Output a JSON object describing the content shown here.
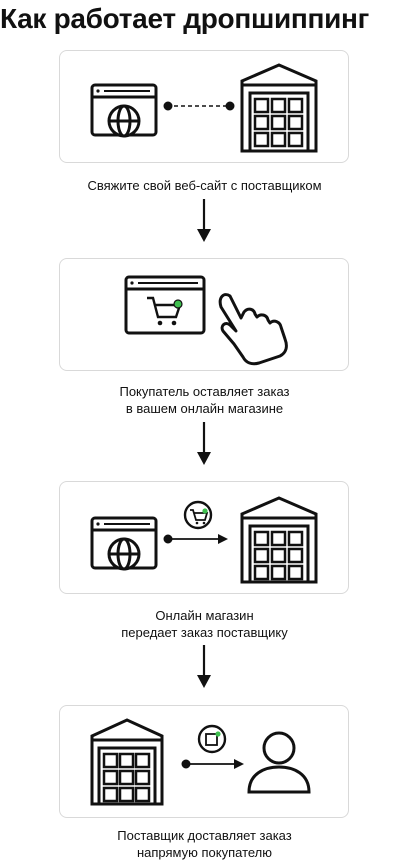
{
  "title": "Как работает дропшиппинг",
  "steps": [
    {
      "caption_lines": [
        "Свяжите свой веб-сайт с поставщиком"
      ]
    },
    {
      "caption_lines": [
        "Покупатель оставляет заказ",
        "в вашем онлайн магазине"
      ]
    },
    {
      "caption_lines": [
        "Онлайн магазин",
        "передает заказ поставщику"
      ]
    },
    {
      "caption_lines": [
        "Поставщик доставляет заказ",
        "напрямую покупателю"
      ]
    }
  ],
  "colors": {
    "stroke": "#111111",
    "accent": "#3fbf4f",
    "border": "#d9d9d9"
  },
  "icons": [
    "website-globe-icon",
    "warehouse-icon",
    "website-cart-icon",
    "hand-pointer-icon",
    "cart-badge-icon",
    "package-badge-icon",
    "customer-icon",
    "down-arrow-icon"
  ]
}
